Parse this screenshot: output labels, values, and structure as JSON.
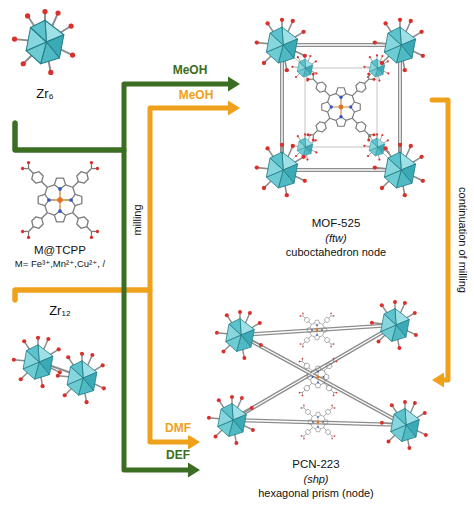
{
  "diagram": {
    "nodes": [
      {
        "text": [
          "Zr₆"
        ]
      },
      {
        "text": [
          "M@TCPP",
          "M= Fe³⁺,Mn²⁺,Cu²⁺, /"
        ]
      },
      {
        "text": [
          "Zr₁₂"
        ]
      },
      {
        "text": [
          "MOF-525",
          "(ftw)",
          "cuboctahedron node"
        ]
      },
      {
        "text": [
          "PCN-223",
          "(shp)",
          "hexagonal prism (node)"
        ]
      }
    ],
    "edges": [
      {
        "from": 0,
        "to": 3,
        "arrow": "to",
        "label": "MeOH"
      },
      {
        "from": 2,
        "to": 3,
        "arrow": "to",
        "label": "MeOH"
      },
      {
        "from": 2,
        "to": 4,
        "arrow": "to",
        "label": "DMF"
      },
      {
        "from": 0,
        "to": 4,
        "arrow": "to",
        "label": "DEF"
      },
      {
        "from": 3,
        "to": 4,
        "arrow": "to",
        "label": "continuation of milling"
      }
    ],
    "labels": [
      "milling"
    ]
  }
}
